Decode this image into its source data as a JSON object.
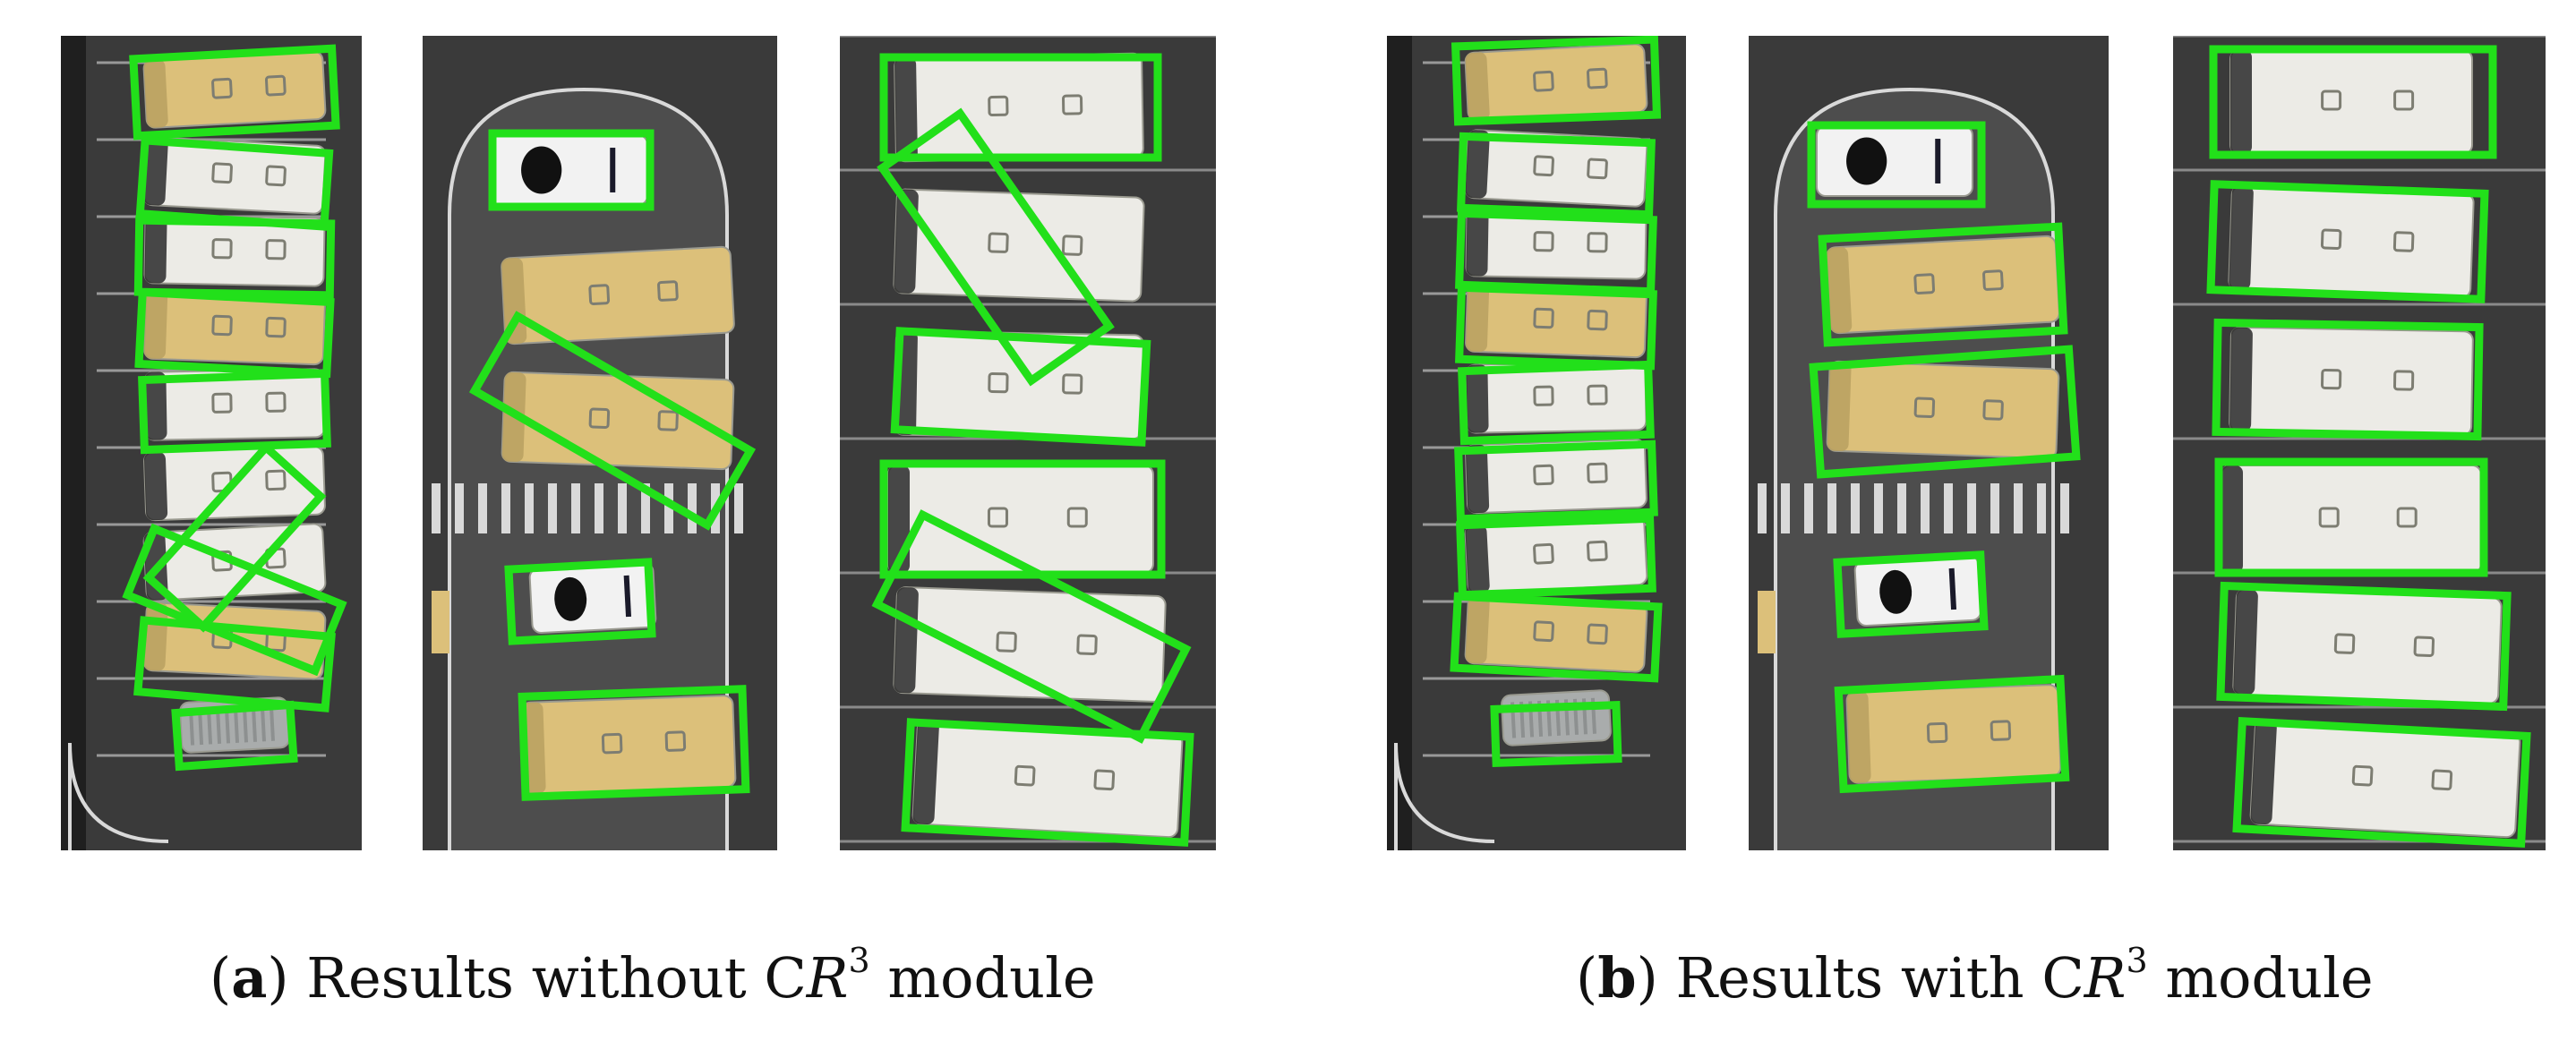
{
  "figure": {
    "colors": {
      "background": "#ffffff",
      "asphalt": "#3a3a3a",
      "asphalt_light": "#4d4d4d",
      "box_green": "#22e01a",
      "vehicle_white": "#ecebe6",
      "vehicle_yellow": "#dcc07a",
      "marking": "#d9d9d9"
    },
    "panel_groups": [
      {
        "id": "a",
        "caption": {
          "open": "(",
          "letter": "a",
          "close": ")",
          "text_before": " Results without C",
          "text_italic": "R",
          "superscript": "3",
          "text_after": " module"
        }
      },
      {
        "id": "b",
        "caption": {
          "open": "(",
          "letter": "b",
          "close": ")",
          "text_before": " Results with C",
          "text_italic": "R",
          "superscript": "3",
          "text_after": " module"
        }
      }
    ]
  }
}
